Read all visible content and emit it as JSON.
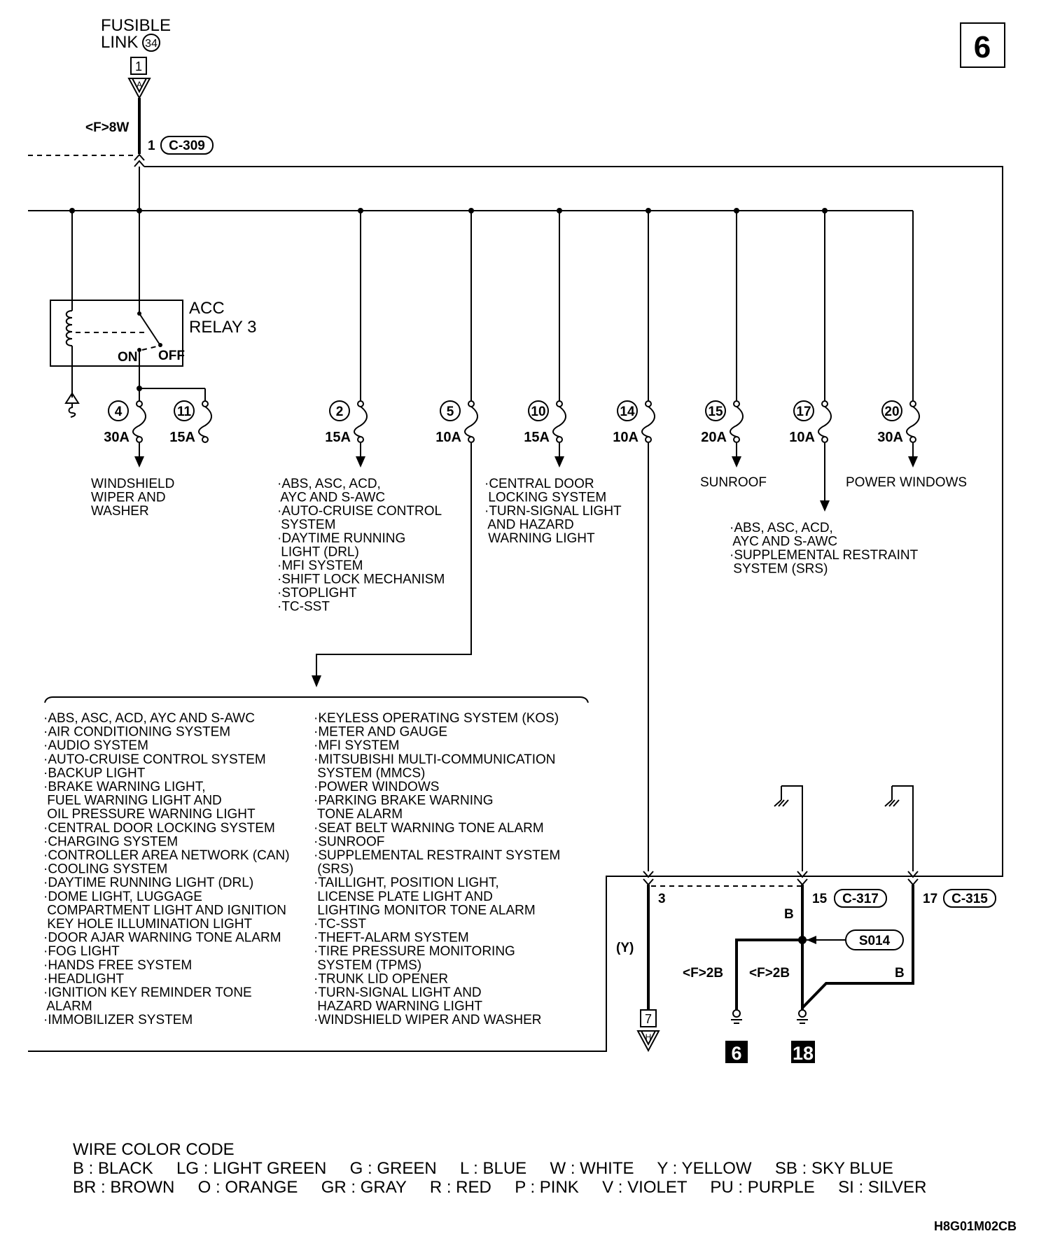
{
  "page_number": "6",
  "fusible_link": {
    "line1": "FUSIBLE",
    "line2": "LINK",
    "number": "34",
    "terminal": "1",
    "connector_letter": "A"
  },
  "main_feed": {
    "wire": "<F>8W",
    "pin": "1",
    "connector": "C-309"
  },
  "relay": {
    "name_line1": "ACC",
    "name_line2": "RELAY 3",
    "on_label": "ON",
    "off_label": "OFF"
  },
  "fuses": [
    {
      "number": "4",
      "amp": "30A"
    },
    {
      "number": "11",
      "amp": "15A"
    },
    {
      "number": "2",
      "amp": "15A"
    },
    {
      "number": "5",
      "amp": "10A"
    },
    {
      "number": "10",
      "amp": "15A"
    },
    {
      "number": "14",
      "amp": "10A"
    },
    {
      "number": "15",
      "amp": "20A"
    },
    {
      "number": "17",
      "amp": "10A"
    },
    {
      "number": "20",
      "amp": "30A"
    }
  ],
  "circuits": {
    "fuse4": [
      "WINDSHIELD",
      "WIPER AND",
      "WASHER"
    ],
    "fuse2": [
      "·ABS, ASC, ACD,",
      " AYC AND S-AWC",
      "·AUTO-CRUISE CONTROL",
      " SYSTEM",
      "·DAYTIME RUNNING",
      " LIGHT (DRL)",
      "·MFI SYSTEM",
      "·SHIFT LOCK MECHANISM",
      "·STOPLIGHT",
      "·TC-SST"
    ],
    "fuse10": [
      "·CENTRAL DOOR",
      " LOCKING SYSTEM",
      "·TURN-SIGNAL LIGHT",
      " AND HAZARD",
      " WARNING LIGHT"
    ],
    "fuse15": [
      "SUNROOF"
    ],
    "fuse20": [
      "POWER WINDOWS"
    ],
    "fuse17": [
      "·ABS, ASC, ACD,",
      " AYC AND S-AWC",
      "·SUPPLEMENTAL RESTRAINT",
      " SYSTEM (SRS)"
    ],
    "fuse5_left": [
      "·ABS, ASC, ACD, AYC AND S-AWC",
      "·AIR CONDITIONING SYSTEM",
      "·AUDIO SYSTEM",
      "·AUTO-CRUISE CONTROL SYSTEM",
      "·BACKUP LIGHT",
      "·BRAKE WARNING LIGHT,",
      " FUEL WARNING LIGHT AND",
      " OIL PRESSURE WARNING LIGHT",
      "·CENTRAL DOOR LOCKING SYSTEM",
      "·CHARGING SYSTEM",
      "·CONTROLLER AREA NETWORK (CAN)",
      "·COOLING SYSTEM",
      "·DAYTIME RUNNING LIGHT (DRL)",
      "·DOME LIGHT, LUGGAGE",
      " COMPARTMENT LIGHT AND IGNITION",
      " KEY HOLE ILLUMINATION LIGHT",
      "·DOOR AJAR WARNING TONE ALARM",
      "·FOG LIGHT",
      "·HANDS FREE SYSTEM",
      "·HEADLIGHT",
      "·IGNITION KEY REMINDER TONE",
      " ALARM",
      "·IMMOBILIZER SYSTEM"
    ],
    "fuse5_right": [
      "·KEYLESS OPERATING SYSTEM (KOS)",
      "·METER AND GAUGE",
      "·MFI SYSTEM",
      "·MITSUBISHI MULTI-COMMUNICATION",
      " SYSTEM (MMCS)",
      "·POWER WINDOWS",
      "·PARKING BRAKE WARNING",
      " TONE ALARM",
      "·SEAT BELT WARNING TONE ALARM",
      "·SUNROOF",
      "·SUPPLEMENTAL RESTRAINT SYSTEM",
      " (SRS)",
      "·TAILLIGHT, POSITION LIGHT,",
      " LICENSE PLATE LIGHT AND",
      " LIGHTING MONITOR TONE ALARM",
      "·TC-SST",
      "·THEFT-ALARM SYSTEM",
      "·TIRE PRESSURE MONITORING",
      " SYSTEM (TPMS)",
      "·TRUNK LID OPENER",
      "·TURN-SIGNAL LIGHT AND",
      " HAZARD WARNING LIGHT",
      "·WINDSHIELD WIPER AND WASHER"
    ]
  },
  "lower_connectors": {
    "pin3": "3",
    "wire_y": "(Y)",
    "pin15": "15",
    "conn_c317": "C-317",
    "wire_b1": "B",
    "pin17": "17",
    "conn_c315": "C-315",
    "wire_b2": "B",
    "splice": "S014",
    "wire_f2b_left": "<F>2B",
    "wire_f2b_right": "<F>2B",
    "terminal7": "7",
    "terminal7_letter": "H",
    "ground6": "6",
    "ground18": "18"
  },
  "wire_color_code": {
    "title": "WIRE COLOR CODE",
    "row1": "B : BLACK     LG : LIGHT GREEN     G : GREEN     L : BLUE     W : WHITE     Y : YELLOW     SB : SKY BLUE",
    "row2": "BR : BROWN     O : ORANGE     GR : GRAY     R : RED     P : PINK     V : VIOLET     PU : PURPLE     SI : SILVER"
  },
  "drawing_code": "H8G01M02CB"
}
